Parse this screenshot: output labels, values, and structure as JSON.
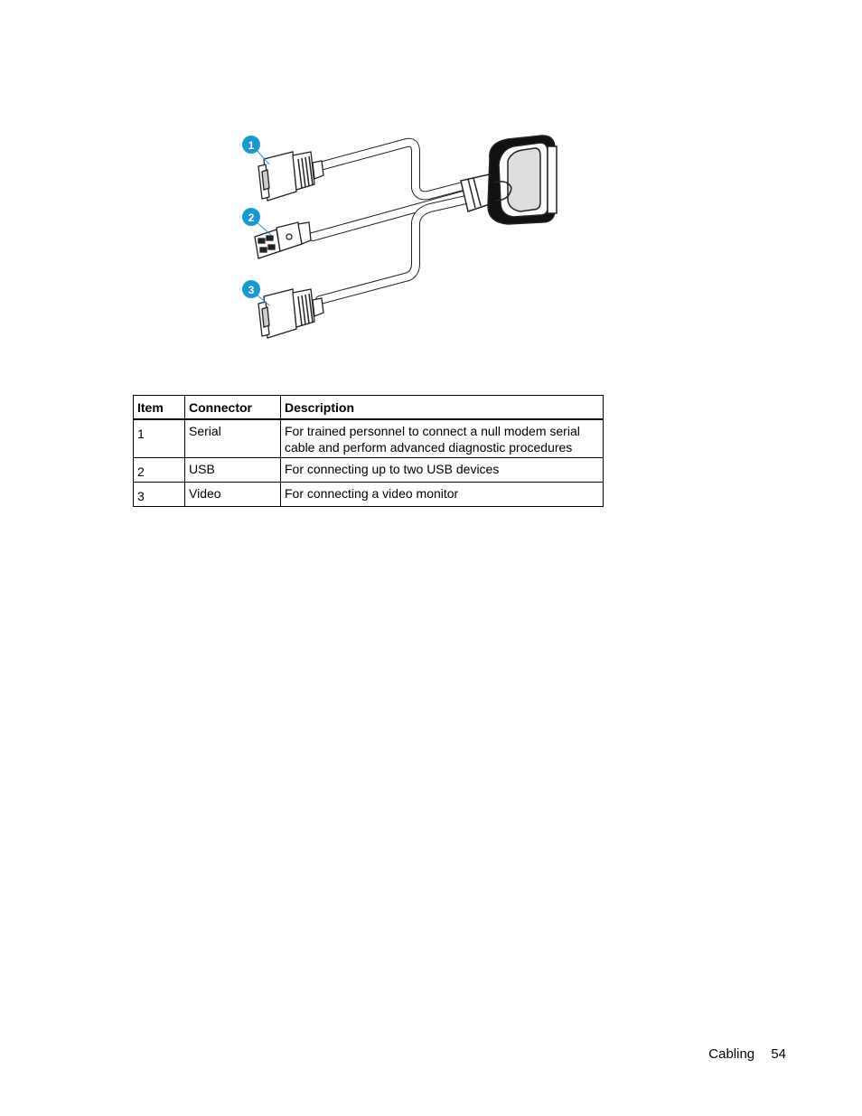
{
  "figure": {
    "callouts": [
      "1",
      "2",
      "3"
    ],
    "callout_color": "#1a98d5"
  },
  "table": {
    "headers": [
      "Item",
      "Connector",
      "Description"
    ],
    "rows": [
      {
        "item": "1",
        "connector": "Serial",
        "description": "For trained personnel to connect a null modem serial cable and perform advanced diagnostic procedures"
      },
      {
        "item": "2",
        "connector": "USB",
        "description": "For connecting up to two USB devices"
      },
      {
        "item": "3",
        "connector": "Video",
        "description": "For connecting a video monitor"
      }
    ]
  },
  "footer": {
    "section": "Cabling",
    "page_number": "54"
  }
}
